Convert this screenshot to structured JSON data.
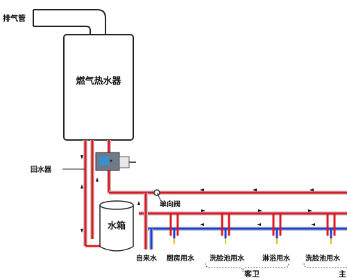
{
  "labels": {
    "exhaust_pipe": "排气管",
    "heater": "燃气热水器",
    "return_unit": "回水器",
    "check_valve": "单向阀",
    "tank": "水箱",
    "tap_water": "自来水",
    "kitchen": "厨房用水",
    "washbasin_1": "洗脸池用水",
    "shower": "淋浴用水",
    "washbasin_2": "洗脸池用水",
    "guest_bath": "客卫",
    "master_bath_partial": "主"
  },
  "colors": {
    "hot_pipe": "#e0141e",
    "cold_pipe": "#1a3fd6",
    "pipe_outline": "#c8c8c8",
    "arrow": "#111111",
    "drip": "#e8c000"
  },
  "icons": {
    "return_unit": "control-panel-icon",
    "check_valve": "valve-icon",
    "flow_arrow": "arrow-icon"
  }
}
